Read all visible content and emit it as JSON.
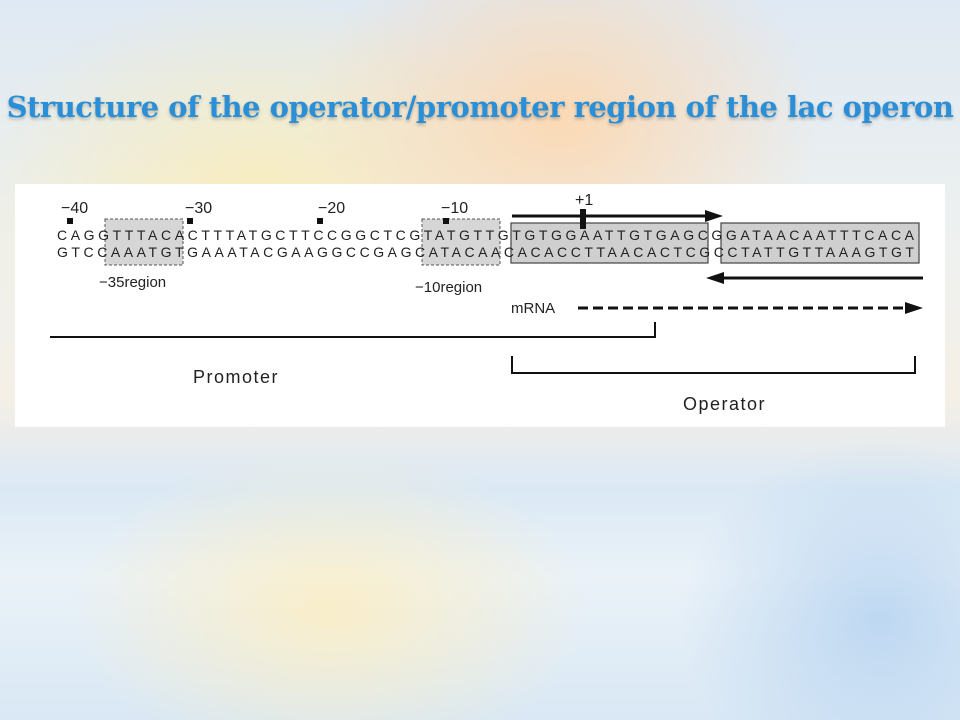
{
  "title": "Structure of the operator/promoter region of the lac operon",
  "diagram": {
    "position_labels": {
      "m40": "−40",
      "m30": "−30",
      "m20": "−20",
      "m10": "−10",
      "p1": "+1"
    },
    "top_strand": "CAGGTTTACACTTTATGCTTCCGGCTCGTATGTTGTGTGGAATTGTGAGCGGATAACAATTTCACA",
    "bottom_strand": "GTCCAAATGTGAAATACGAAGGCCGAGCATACAACACACCTTAACACTCGCCTATTGTTAAAGTGT",
    "region_labels": {
      "minus35": "−35region",
      "minus10": "−10region",
      "mrna": "mRNA"
    },
    "section_labels": {
      "promoter": "Promoter",
      "operator": "Operator"
    }
  }
}
